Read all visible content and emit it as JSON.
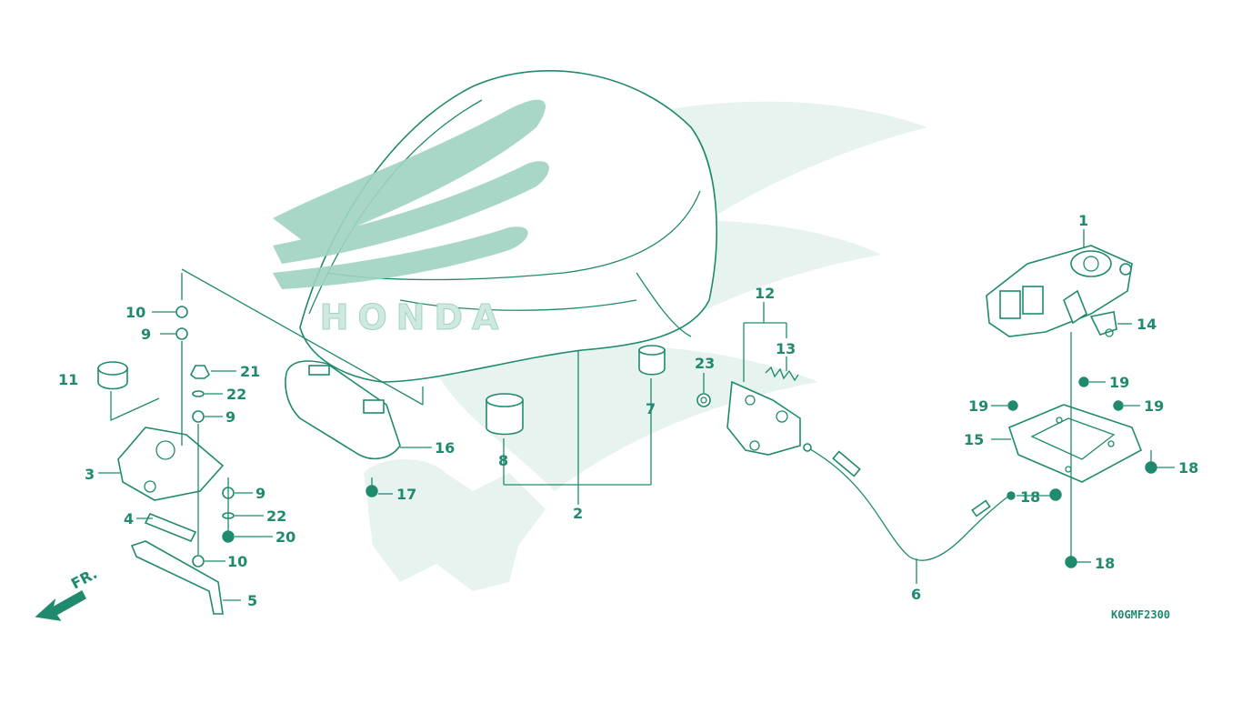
{
  "diagram": {
    "accent_color": "#1f8a6e",
    "watermark_color": "#e7f3ef",
    "reference_code": "K0GMF2300",
    "front_arrow_label": "FR.",
    "seat_lettering": "HONDA",
    "callouts": {
      "c1": "1",
      "c2": "2",
      "c3": "3",
      "c4": "4",
      "c5": "5",
      "c6": "6",
      "c7": "7",
      "c8": "8",
      "c9a": "9",
      "c9b": "9",
      "c9c": "9",
      "c10a": "10",
      "c10b": "10",
      "c11": "11",
      "c12": "12",
      "c13": "13",
      "c14": "14",
      "c15": "15",
      "c16": "16",
      "c17": "17",
      "c18a": "18",
      "c18b": "18",
      "c18c": "18",
      "c19a": "19",
      "c19b": "19",
      "c19c": "19",
      "c20": "20",
      "c21": "21",
      "c22a": "22",
      "c22b": "22",
      "c23": "23"
    }
  }
}
